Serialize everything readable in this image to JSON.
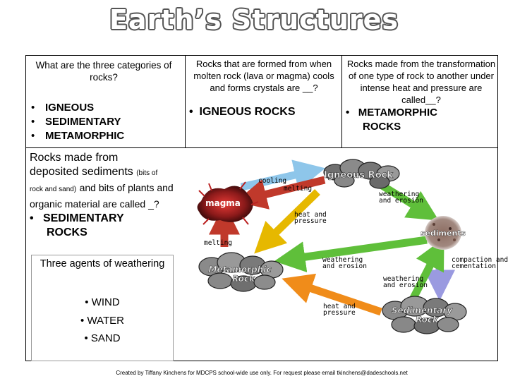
{
  "title": "Earth’s Structures",
  "q1": {
    "question": "What are the three categories of rocks?",
    "answers": [
      "IGNEOUS",
      "SEDIMENTARY",
      "METAMORPHIC"
    ]
  },
  "q2": {
    "question": "Rocks that are formed from when molten rock (lava or magma) cools and forms crystals are __?",
    "answer": "IGNEOUS ROCKS"
  },
  "q3": {
    "question": "Rocks made from the transformation of one type of rock to another under intense heat and pressure are called__?",
    "answer_line1": "METAMORPHIC",
    "answer_line2": "ROCKS"
  },
  "sedimentary": {
    "line1": "Rocks made from",
    "line2": "deposited sediments",
    "small1": "(bits of",
    "small2": "rock  and sand)",
    "line3": "and bits of plants and organic material are called _?",
    "answer_line1": "SEDIMENTARY",
    "answer_line2": "ROCKS"
  },
  "weathering": {
    "title": "Three agents of weathering",
    "items": [
      "• WIND",
      "• WATER",
      "• SAND"
    ]
  },
  "cycle": {
    "igneous": "Igneous Rock",
    "magma": "magma",
    "sediments": "sediments",
    "metamorphic_line1": "Metamorphic",
    "metamorphic_line2": "Rock",
    "sedimentary_line1": "Sedimentary",
    "sedimentary_line2": "Rock",
    "cooling": "cooling",
    "melting_top": "melting",
    "weathering_top_1": "weathering",
    "weathering_top_2": "and erosion",
    "heat_mid_1": "heat and",
    "heat_mid_2": "pressure",
    "melting_left": "melting",
    "weathering_mid_1": "weathering",
    "weathering_mid_2": "and erosion",
    "compaction_1": "compaction and",
    "compaction_2": "cementation",
    "weathering_right_1": "weathering",
    "weathering_right_2": "and erosion",
    "heat_bottom_1": "heat and",
    "heat_bottom_2": "pressure"
  },
  "footer": "Created by Tiffany Kinchens for MDCPS school-wide use only. For request please email tkinchens@dadeschools.net"
}
